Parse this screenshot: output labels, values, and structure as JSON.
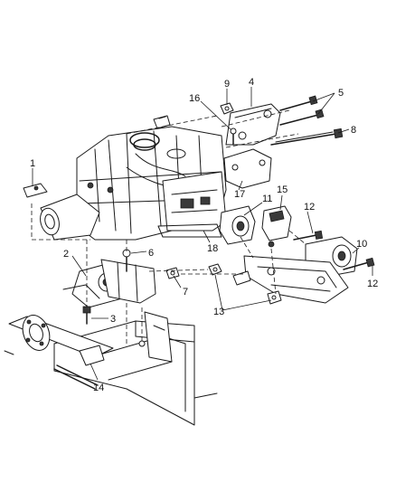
{
  "callouts": {
    "c1": "1",
    "c2": "2",
    "c3": "3",
    "c4": "4",
    "c5": "5",
    "c6": "6",
    "c7": "7",
    "c8": "8",
    "c9": "9",
    "c10": "10",
    "c11": "11",
    "c12a": "12",
    "c12b": "12",
    "c13": "13",
    "c14": "14",
    "c15": "15",
    "c16": "16",
    "c17": "17",
    "c18": "18"
  },
  "colors": {
    "ink": "#1a1a1a",
    "background": "#ffffff"
  }
}
